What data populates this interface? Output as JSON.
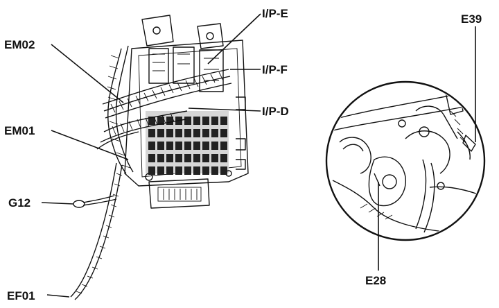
{
  "labels": {
    "ip_e": "I/P-E",
    "em02": "EM02",
    "ip_f": "I/P-F",
    "ip_d": "I/P-D",
    "em01": "EM01",
    "g12": "G12",
    "ef01": "EF01",
    "e39": "E39",
    "e28": "E28"
  },
  "colors": {
    "ink": "#111111",
    "background": "#ffffff"
  }
}
